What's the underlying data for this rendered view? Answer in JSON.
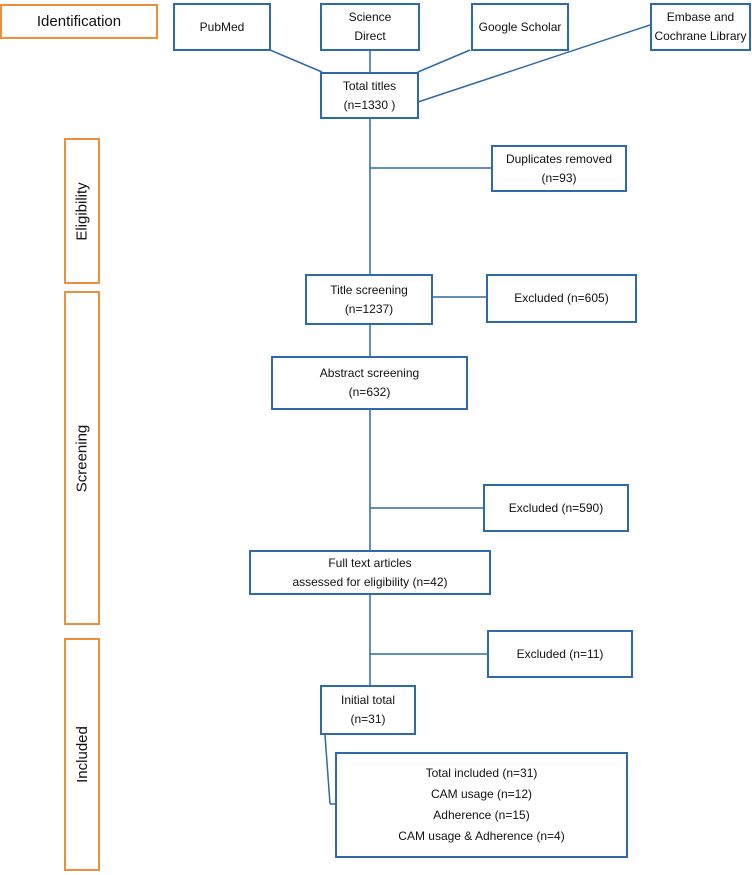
{
  "stages": {
    "identification": "Identification",
    "eligibility": "Eligibility",
    "screening": "Screening",
    "included": "Included"
  },
  "sources": {
    "pubmed": "PubMed",
    "science_direct": [
      "Science",
      "Direct"
    ],
    "google_scholar": "Google Scholar",
    "embase_cochrane": [
      "Embase and",
      "Cochrane Library"
    ]
  },
  "flow": {
    "total_titles": [
      "Total titles",
      "(n=1330 )"
    ],
    "duplicates_removed": [
      "Duplicates removed",
      "(n=93)"
    ],
    "title_screening": [
      "Title screening",
      "(n=1237)"
    ],
    "excluded_1": "Excluded (n=605)",
    "abstract_screening": [
      "Abstract screening",
      "(n=632)"
    ],
    "excluded_2": "Excluded (n=590)",
    "full_text": [
      "Full text articles",
      "assessed for eligibility (n=42)"
    ],
    "excluded_3": "Excluded (n=11)",
    "initial_total": [
      "Initial total",
      "(n=31)"
    ],
    "final": [
      "Total included (n=31)",
      "CAM usage (n=12)",
      "Adherence (n=15)",
      "CAM usage & Adherence (n=4)"
    ]
  },
  "colors": {
    "box_border": "#2e6aa8",
    "stage_border": "#ef8f3c",
    "connector": "#2e6aa8"
  }
}
